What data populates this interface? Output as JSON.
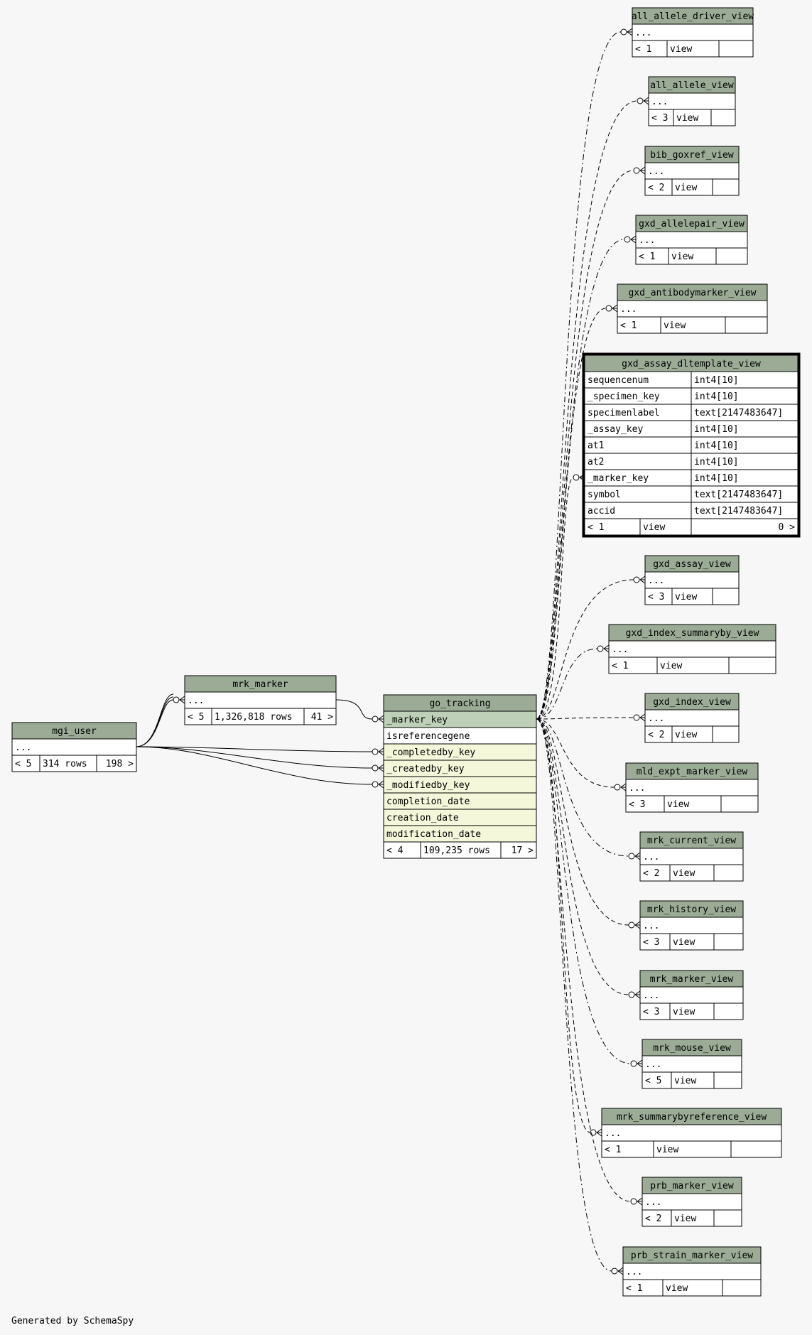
{
  "footer": "Generated by SchemaSpy",
  "colors": {
    "header": "#9bab96",
    "key_column": "#bed1b8",
    "fk_column": "#f4f7da",
    "cell": "#ffffff",
    "background": "#f7f7f7",
    "line": "#000000"
  },
  "tables": {
    "mgi_user": {
      "name": "mgi_user",
      "ellipsis": "...",
      "parents": "< 5",
      "rows": "314 rows",
      "children": "198 >"
    },
    "mrk_marker": {
      "name": "mrk_marker",
      "ellipsis": "...",
      "parents": "< 5",
      "rows": "1,326,818 rows",
      "children": "41 >"
    },
    "go_tracking": {
      "name": "go_tracking",
      "columns": [
        "_marker_key",
        "isreferencegene",
        "_completedby_key",
        "_createdby_key",
        "_modifiedby_key",
        "completion_date",
        "creation_date",
        "modification_date"
      ],
      "parents": "< 4",
      "rows": "109,235 rows",
      "children": "17 >"
    },
    "gxd_assay_dltemplate_view": {
      "name": "gxd_assay_dltemplate_view",
      "columns": [
        {
          "name": "sequencenum",
          "type": "int4[10]"
        },
        {
          "name": "_specimen_key",
          "type": "int4[10]"
        },
        {
          "name": "specimenlabel",
          "type": "text[2147483647]"
        },
        {
          "name": "_assay_key",
          "type": "int4[10]"
        },
        {
          "name": "at1",
          "type": "int4[10]"
        },
        {
          "name": "at2",
          "type": "int4[10]"
        },
        {
          "name": "_marker_key",
          "type": "int4[10]"
        },
        {
          "name": "symbol",
          "type": "text[2147483647]"
        },
        {
          "name": "accid",
          "type": "text[2147483647]"
        }
      ],
      "parents": "< 1",
      "rows": "view",
      "children": "0 >"
    }
  },
  "views": [
    {
      "name": "all_allele_driver_view",
      "ellipsis": "...",
      "parents": "< 1",
      "rows": "view"
    },
    {
      "name": "all_allele_view",
      "ellipsis": "...",
      "parents": "< 3",
      "rows": "view"
    },
    {
      "name": "bib_goxref_view",
      "ellipsis": "...",
      "parents": "< 2",
      "rows": "view"
    },
    {
      "name": "gxd_allelepair_view",
      "ellipsis": "...",
      "parents": "< 1",
      "rows": "view"
    },
    {
      "name": "gxd_antibodymarker_view",
      "ellipsis": "...",
      "parents": "< 1",
      "rows": "view"
    },
    {
      "name": "gxd_assay_view",
      "ellipsis": "...",
      "parents": "< 3",
      "rows": "view"
    },
    {
      "name": "gxd_index_summaryby_view",
      "ellipsis": "...",
      "parents": "< 1",
      "rows": "view"
    },
    {
      "name": "gxd_index_view",
      "ellipsis": "...",
      "parents": "< 2",
      "rows": "view"
    },
    {
      "name": "mld_expt_marker_view",
      "ellipsis": "...",
      "parents": "< 3",
      "rows": "view"
    },
    {
      "name": "mrk_current_view",
      "ellipsis": "...",
      "parents": "< 2",
      "rows": "view"
    },
    {
      "name": "mrk_history_view",
      "ellipsis": "...",
      "parents": "< 3",
      "rows": "view"
    },
    {
      "name": "mrk_marker_view",
      "ellipsis": "...",
      "parents": "< 3",
      "rows": "view"
    },
    {
      "name": "mrk_mouse_view",
      "ellipsis": "...",
      "parents": "< 5",
      "rows": "view"
    },
    {
      "name": "mrk_summarybyreference_view",
      "ellipsis": "...",
      "parents": "< 1",
      "rows": "view"
    },
    {
      "name": "prb_marker_view",
      "ellipsis": "...",
      "parents": "< 2",
      "rows": "view"
    },
    {
      "name": "prb_strain_marker_view",
      "ellipsis": "...",
      "parents": "< 1",
      "rows": "view"
    }
  ]
}
